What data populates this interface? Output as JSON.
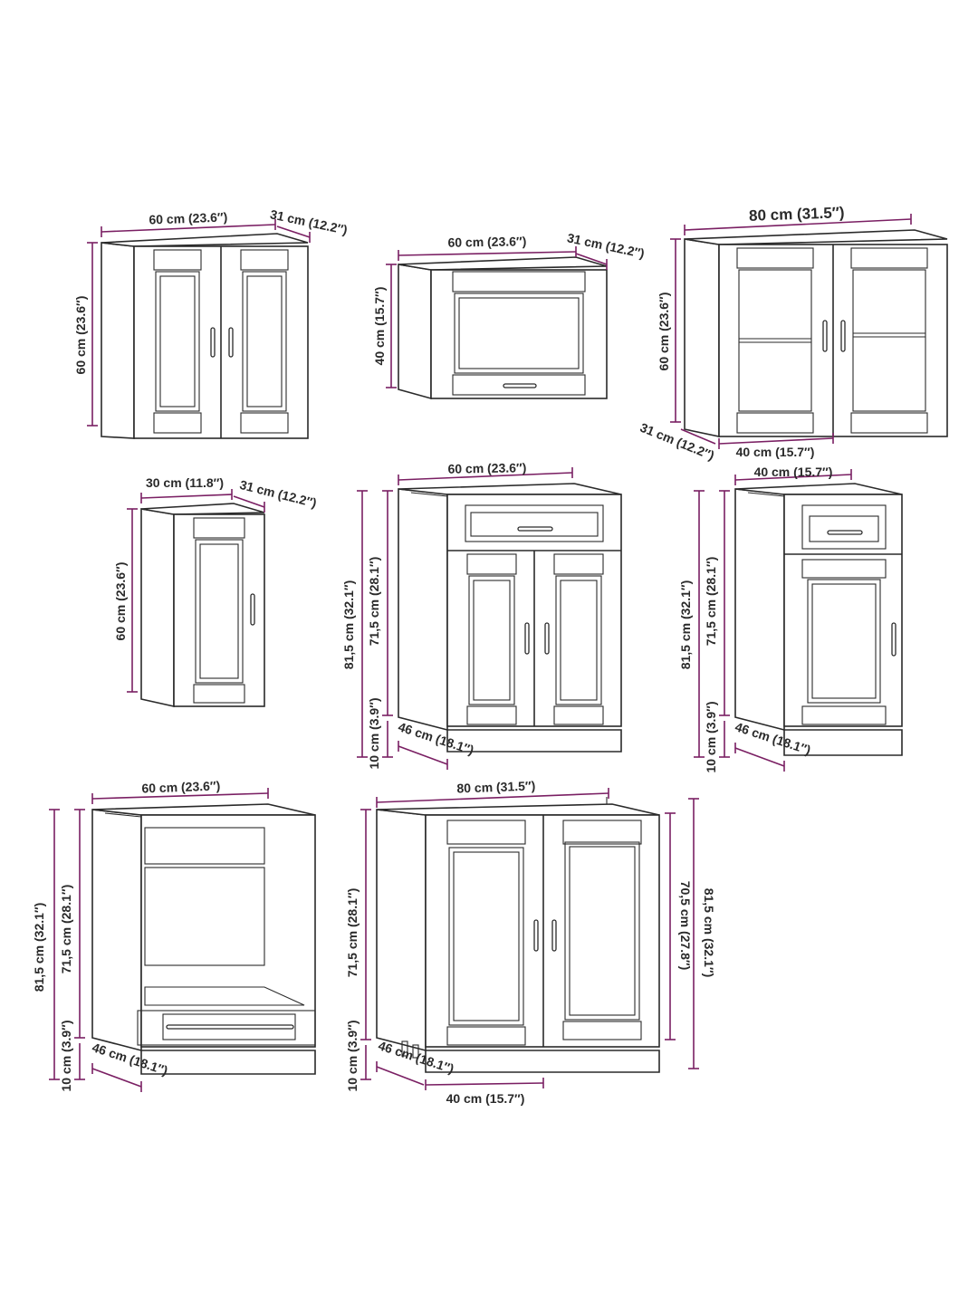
{
  "cabinets": [
    {
      "id": "wall-cabinet-2-door",
      "dimensions": {
        "width": "60 cm (23.6″)",
        "depth": "31 cm (12.2″)",
        "height": "60 cm (23.6″)"
      }
    },
    {
      "id": "wall-cabinet-flap",
      "dimensions": {
        "width": "60 cm (23.6″)",
        "depth": "31 cm (12.2″)",
        "height": "40 cm (15.7″)"
      }
    },
    {
      "id": "wall-cabinet-glass",
      "dimensions": {
        "width": "80 cm (31.5″)",
        "depth": "31 cm (12.2″)",
        "height": "60 cm (23.6″)",
        "inner_width": "40 cm (15.7″)"
      }
    },
    {
      "id": "wall-cabinet-narrow",
      "dimensions": {
        "width": "30 cm (11.8″)",
        "depth": "31 cm (12.2″)",
        "height": "60 cm (23.6″)"
      }
    },
    {
      "id": "base-cabinet-drawer-2-door",
      "dimensions": {
        "width": "60 cm (23.6″)",
        "total_height": "81,5 cm (32.1″)",
        "body_height": "71,5 cm (28.1″)",
        "plinth": "10 cm (3.9″)",
        "depth": "46 cm (18.1″)"
      }
    },
    {
      "id": "base-cabinet-drawer-1-door",
      "dimensions": {
        "width": "40 cm (15.7″)",
        "total_height": "81,5 cm (32.1″)",
        "body_height": "71,5 cm (28.1″)",
        "plinth": "10 cm (3.9″)",
        "depth": "46 cm (18.1″)"
      }
    },
    {
      "id": "oven-cabinet",
      "dimensions": {
        "width": "60 cm (23.6″)",
        "total_height": "81,5 cm (32.1″)",
        "body_height": "71,5 cm (28.1″)",
        "plinth": "10 cm (3.9″)",
        "depth": "46 cm (18.1″)"
      }
    },
    {
      "id": "sink-cabinet",
      "dimensions": {
        "width": "80 cm (31.5″)",
        "body_height": "71,5 cm (28.1″)",
        "plinth": "10 cm (3.9″)",
        "depth": "46 cm (18.1″)",
        "inner_width": "40 cm (15.7″)",
        "inner_height": "70,5 cm (27.8″)",
        "total_height": "81,5 cm (32.1″)"
      }
    }
  ],
  "colors": {
    "dimension_line": "#7a1f63",
    "outline": "#2a2a2a",
    "text": "#2a2a2a",
    "background": "#ffffff"
  }
}
